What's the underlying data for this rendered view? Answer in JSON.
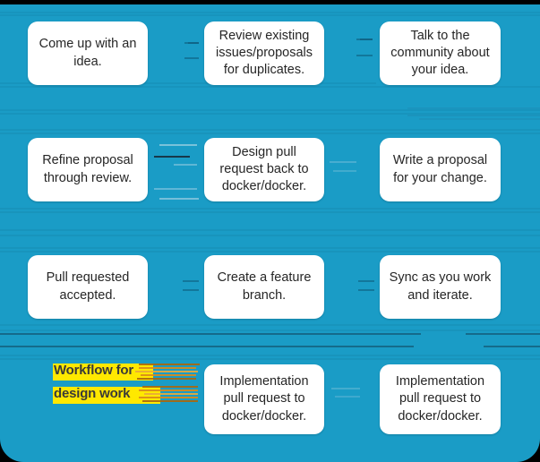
{
  "board": {
    "background_color": "#1a9cc6",
    "card_color": "#ffffff",
    "text_color": "#262626",
    "highlight_color": "#ffe800",
    "artifact_color": "#d98b1a"
  },
  "diagram": {
    "type": "flowchart",
    "rows": [
      {
        "row_index": 1,
        "cards": [
          {
            "id": "idea",
            "label": "Come up with an idea."
          },
          {
            "id": "review-existing",
            "label": "Review existing issues/proposals for duplicates."
          },
          {
            "id": "talk-community",
            "label": "Talk to the community about your idea."
          }
        ]
      },
      {
        "row_index": 2,
        "cards": [
          {
            "id": "refine-proposal",
            "label": "Refine proposal through review."
          },
          {
            "id": "design-pull-request",
            "label": "Design pull request back to docker/docker."
          },
          {
            "id": "write-proposal",
            "label": "Write a proposal for your change."
          }
        ]
      },
      {
        "row_index": 3,
        "cards": [
          {
            "id": "pull-accepted",
            "label": "Pull requested accepted."
          },
          {
            "id": "create-branch",
            "label": "Create a feature branch."
          },
          {
            "id": "sync-iterate",
            "label": "Sync as you work and iterate."
          }
        ]
      },
      {
        "row_index": 4,
        "cards": [
          {
            "id": "implementation-pr-1",
            "label": "Implementation pull request to docker/docker."
          },
          {
            "id": "implementation-pr-2",
            "label": "Implementation pull request to docker/docker."
          }
        ]
      }
    ],
    "callout": {
      "id": "workflow-design-work",
      "line1": "Workflow for",
      "line2": "design work",
      "full_text": "Workflow for design work",
      "highlighted": true
    }
  }
}
